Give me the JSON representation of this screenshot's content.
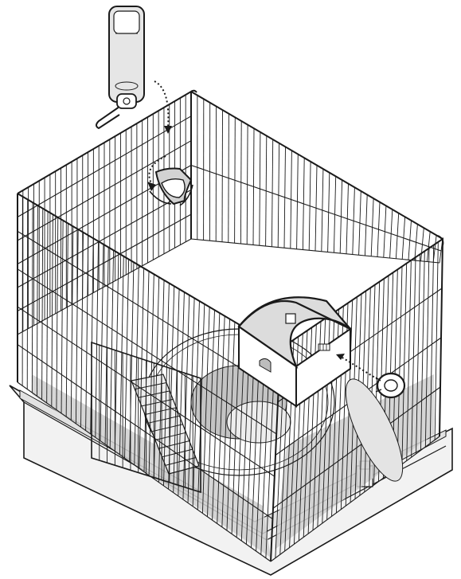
{
  "figure": {
    "kind": "assembly-illustration",
    "components": [
      {
        "name": "water-bottle",
        "icon": "water-bottle-icon"
      },
      {
        "name": "bottle-clip",
        "icon": "bottle-clip-icon"
      },
      {
        "name": "cage-base-tray",
        "icon": "tray-icon"
      },
      {
        "name": "wire-cage",
        "icon": "wire-cage-icon"
      },
      {
        "name": "hide-house",
        "icon": "house-icon"
      },
      {
        "name": "exercise-wheel",
        "icon": "wheel-icon"
      },
      {
        "name": "ladder",
        "icon": "ladder-icon"
      },
      {
        "name": "wheel-mount-knob",
        "icon": "knob-icon"
      }
    ],
    "colors": {
      "line": "#1a1a1a",
      "tray_fill": "#f2f2f2",
      "shaded_floor": "#cfcfcf",
      "bottle_fill": "#e6e6e6",
      "background": "#ffffff"
    }
  }
}
